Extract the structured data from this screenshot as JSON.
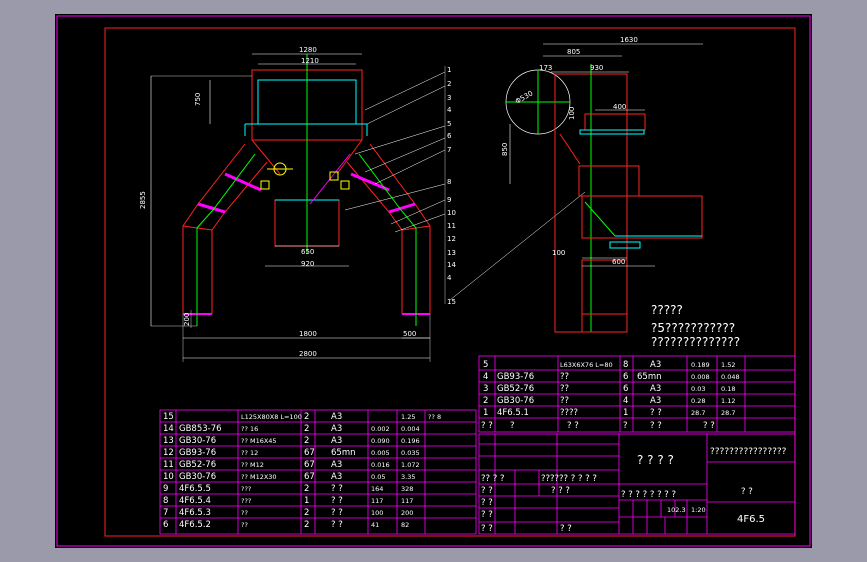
{
  "dimensions": {
    "front": {
      "d1280": "1280",
      "d1210": "1210",
      "d750": "750",
      "d2855": "2855",
      "d650": "650",
      "d920": "920",
      "d200": "200",
      "d1800": "1800",
      "d500": "500",
      "d2800": "2800"
    },
    "side": {
      "d1630": "1630",
      "d805": "805",
      "d173": "173",
      "d930": "930",
      "d400": "400",
      "d100t": "100",
      "d850": "850",
      "d100b": "100",
      "d600": "600",
      "phi": "Φ530"
    }
  },
  "callouts": [
    "1",
    "2",
    "3",
    "4",
    "5",
    "6",
    "7",
    "8",
    "9",
    "10",
    "11",
    "12",
    "13",
    "14",
    "4",
    "15"
  ],
  "notes": {
    "line1": "?????",
    "line2": "?5???????????",
    "line3": "??????????????"
  },
  "parts_right": [
    {
      "no": "5",
      "code": "",
      "name": "L63X6X76 L=80",
      "qty": "8",
      "mat": "A3",
      "w1": "0.189",
      "w2": "1.52"
    },
    {
      "no": "4",
      "code": "GB93-76",
      "name": "??",
      "qty": "6",
      "mat": "65mn",
      "w1": "0.008",
      "w2": "0.048"
    },
    {
      "no": "3",
      "code": "GB52-76",
      "name": "??",
      "qty": "6",
      "mat": "A3",
      "w1": "0.03",
      "w2": "0.18"
    },
    {
      "no": "2",
      "code": "GB30-76",
      "name": "??",
      "qty": "4",
      "mat": "A3",
      "w1": "0.28",
      "w2": "1.12"
    },
    {
      "no": "1",
      "code": "4F6.5.1",
      "name": "????",
      "qty": "1",
      "mat": "? ?",
      "w1": "28.7",
      "w2": "28.7"
    }
  ],
  "parts_right_header": [
    "? ?",
    "?",
    "? ?",
    "?",
    "? ?",
    "? ?"
  ],
  "parts_left": [
    {
      "no": "15",
      "code": "",
      "name": "L125X80X8 L=100",
      "qty": "2",
      "mat": "A3",
      "w1": "",
      "w2": "1.25",
      "note": "?? 8"
    },
    {
      "no": "14",
      "code": "GB853-76",
      "name": "?? 16",
      "qty": "2",
      "mat": "A3",
      "w1": "0.002",
      "w2": "0.004",
      "note": ""
    },
    {
      "no": "13",
      "code": "GB30-76",
      "name": "?? M16X45",
      "qty": "2",
      "mat": "A3",
      "w1": "0.090",
      "w2": "0.196",
      "note": ""
    },
    {
      "no": "12",
      "code": "GB93-76",
      "name": "?? 12",
      "qty": "67",
      "mat": "65mn",
      "w1": "0.005",
      "w2": "0.035",
      "note": ""
    },
    {
      "no": "11",
      "code": "GB52-76",
      "name": "?? M12",
      "qty": "67",
      "mat": "A3",
      "w1": "0.016",
      "w2": "1.072",
      "note": ""
    },
    {
      "no": "10",
      "code": "GB30-76",
      "name": "?? M12X30",
      "qty": "67",
      "mat": "A3",
      "w1": "0.05",
      "w2": "3.35",
      "note": ""
    },
    {
      "no": "9",
      "code": "4F6.5.5",
      "name": "???",
      "qty": "2",
      "mat": "? ?",
      "w1": "164",
      "w2": "328",
      "note": ""
    },
    {
      "no": "8",
      "code": "4F6.5.4",
      "name": "???",
      "qty": "1",
      "mat": "? ?",
      "w1": "117",
      "w2": "117",
      "note": ""
    },
    {
      "no": "7",
      "code": "4F6.5.3",
      "name": "??",
      "qty": "2",
      "mat": "? ?",
      "w1": "100",
      "w2": "200",
      "note": ""
    },
    {
      "no": "6",
      "code": "4F6.5.2",
      "name": "??",
      "qty": "2",
      "mat": "? ?",
      "w1": "41",
      "w2": "82",
      "note": ""
    }
  ],
  "title_block": {
    "title": "? ? ? ?",
    "company": "????????????????",
    "sig1": "?? ? ?",
    "sig2": "?????? ? ? ? ?",
    "sig3": "? ?",
    "sig4": "? ? ?",
    "sig5": "? ?",
    "sig6": "? ?",
    "sig7": "? ?",
    "sig8": "? ?",
    "stage_row": "? ? ? ? ? ? ? ?",
    "weight": "102.3",
    "scale": "1:20",
    "drawing_no": "4F6.5",
    "right_label": "? ?"
  },
  "colors": {
    "sheet": "#000000",
    "border": "#ff00ff",
    "red": "#ff2222",
    "green": "#00ff00",
    "cyan": "#00ffff",
    "white": "#ffffff",
    "yellow": "#ffff00"
  }
}
